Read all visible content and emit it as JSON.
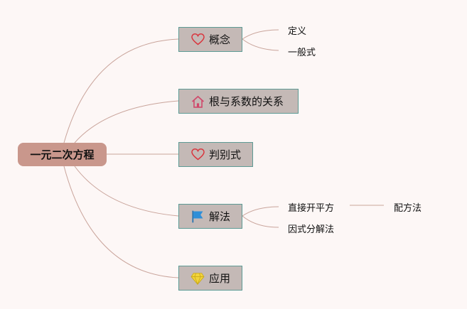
{
  "root": {
    "label": "一元二次方程"
  },
  "branches": [
    {
      "label": "概念",
      "icon": "heart-icon",
      "children": [
        "定义",
        "一般式"
      ]
    },
    {
      "label": "根与系数的关系",
      "icon": "home-icon",
      "children": []
    },
    {
      "label": "判别式",
      "icon": "heart-icon",
      "children": []
    },
    {
      "label": "解法",
      "icon": "flag-icon",
      "children": [
        "直接开平方",
        "因式分解法"
      ],
      "sub": "配方法"
    },
    {
      "label": "应用",
      "icon": "diamond-icon",
      "children": []
    }
  ],
  "colors": {
    "root_fill": "#c9978c",
    "node_fill": "#c4b9b6",
    "node_border": "#5d9a94",
    "link": "#c9a49b",
    "heart": "#d9363e",
    "home": "#d0476a",
    "flag": "#2f8fd8",
    "diamond": "#f2d43a"
  }
}
